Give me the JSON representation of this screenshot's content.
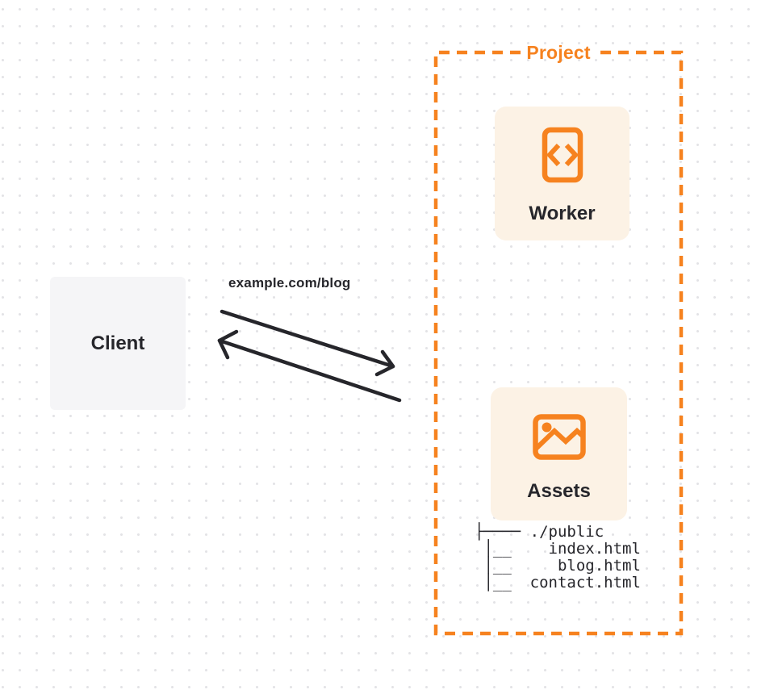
{
  "diagram": {
    "colors": {
      "accent_orange": "#f6821f",
      "card_cream": "#fcf2e5",
      "ink": "#26262b",
      "client_gray": "#f5f5f7",
      "dot_grid": "#e3e3e6"
    },
    "client": {
      "label": "Client"
    },
    "request_label": "example.com/blog",
    "project": {
      "title": "Project",
      "nodes": [
        {
          "id": "worker",
          "label": "Worker",
          "icon": "code-file-icon"
        },
        {
          "id": "assets",
          "label": "Assets",
          "icon": "image-icon"
        }
      ],
      "file_tree": [
        "├──── ./public",
        " │__    index.html",
        " │__     blog.html",
        " │__  contact.html"
      ]
    }
  }
}
